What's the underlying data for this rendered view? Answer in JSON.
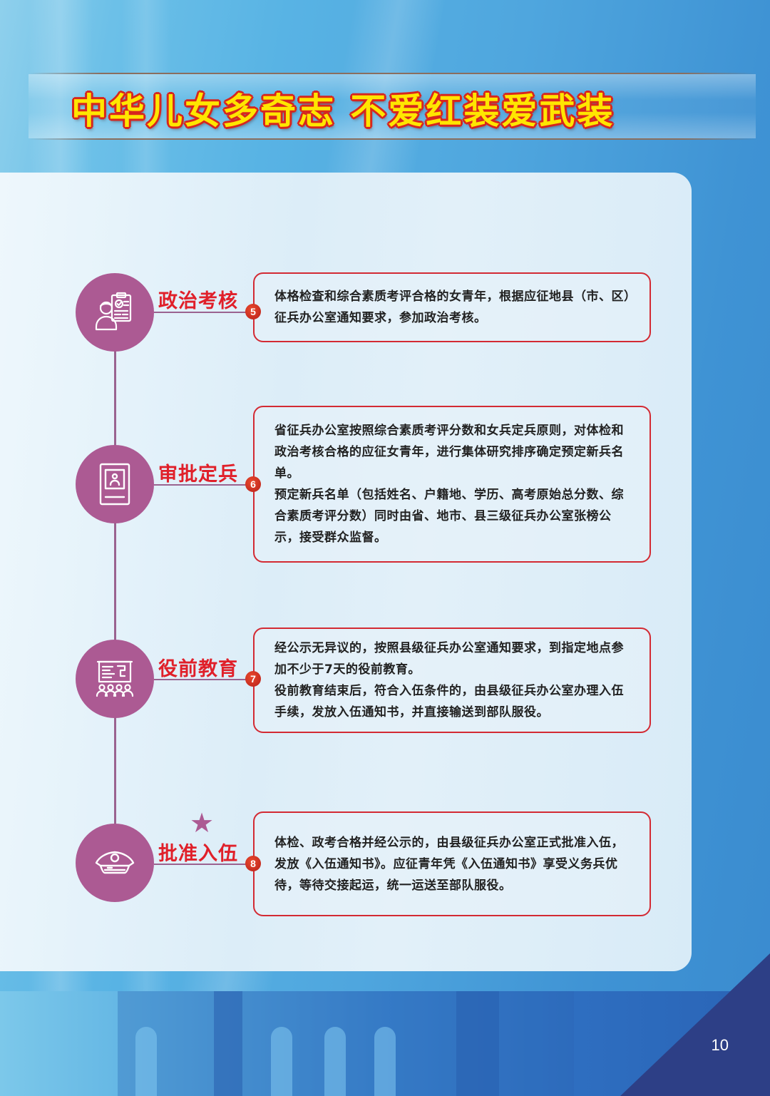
{
  "header": {
    "title": "中华儿女多奇志 不爱红装爱武装"
  },
  "colors": {
    "title_fill": "#ffe600",
    "title_outline": "#d7261e",
    "circle": "#ac5a93",
    "label_red": "#e0202a",
    "box_border": "#d32a33",
    "corner": "#2d3f86"
  },
  "steps": [
    {
      "number": "5",
      "label": "政治考核",
      "icon": "clipboard-person-icon",
      "paragraphs": [
        "体格检查和综合素质考评合格的女青年，根据应征地县（市、区）征兵办公室通知要求，参加政治考核。"
      ]
    },
    {
      "number": "6",
      "label": "审批定兵",
      "icon": "id-card-icon",
      "paragraphs": [
        "省征兵办公室按照综合素质考评分数和女兵定兵原则，对体检和政治考核合格的应征女青年，进行集体研究排序确定预定新兵名单。",
        "预定新兵名单（包括姓名、户籍地、学历、高考原始总分数、综合素质考评分数）同时由省、地市、县三级征兵办公室张榜公示，接受群众监督。"
      ]
    },
    {
      "number": "7",
      "label": "役前教育",
      "icon": "classroom-icon",
      "paragraphs": [
        "经公示无异议的，按照县级征兵办公室通知要求，到指定地点参加不少于7天的役前教育。",
        "役前教育结束后，符合入伍条件的，由县级征兵办公室办理入伍手续，发放入伍通知书，并直接输送到部队服役。"
      ]
    },
    {
      "number": "8",
      "label": "批准入伍",
      "icon": "military-cap-icon",
      "paragraphs": [
        "体检、政考合格并经公示的，由县级征兵办公室正式批准入伍，发放《入伍通知书》。应征青年凭《入伍通知书》享受义务兵优待，等待交接起运，统一运送至部队服役。"
      ]
    }
  ],
  "decoration": {
    "star": "★"
  },
  "footer": {
    "page_number": "10"
  }
}
